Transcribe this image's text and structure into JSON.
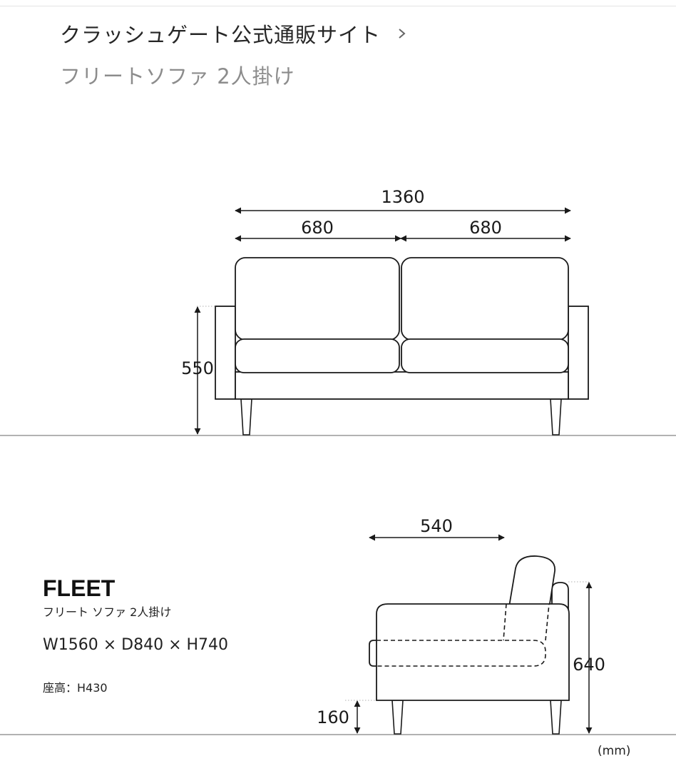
{
  "header": {
    "site_link": "クラッシュゲート公式通販サイト",
    "page_title": "フリートソファ 2人掛け",
    "chevron_icon": "chevron-right-icon"
  },
  "front_view": {
    "overall_width": "1360",
    "left_seat_width": "680",
    "right_seat_width": "680",
    "arm_height": "550"
  },
  "side_view": {
    "seat_depth": "540",
    "overall_height": "640",
    "leg_height": "160"
  },
  "product": {
    "name": "FLEET",
    "subtitle": "フリート ソファ 2人掛け",
    "dimensions": "W1560 × D840 × H740",
    "seat_height": "座高：H430"
  },
  "unit_label": "(mm)",
  "colors": {
    "line": "#1a1a1a",
    "title_gray": "#8c8c8c",
    "dotted": "#b0b0b0"
  }
}
